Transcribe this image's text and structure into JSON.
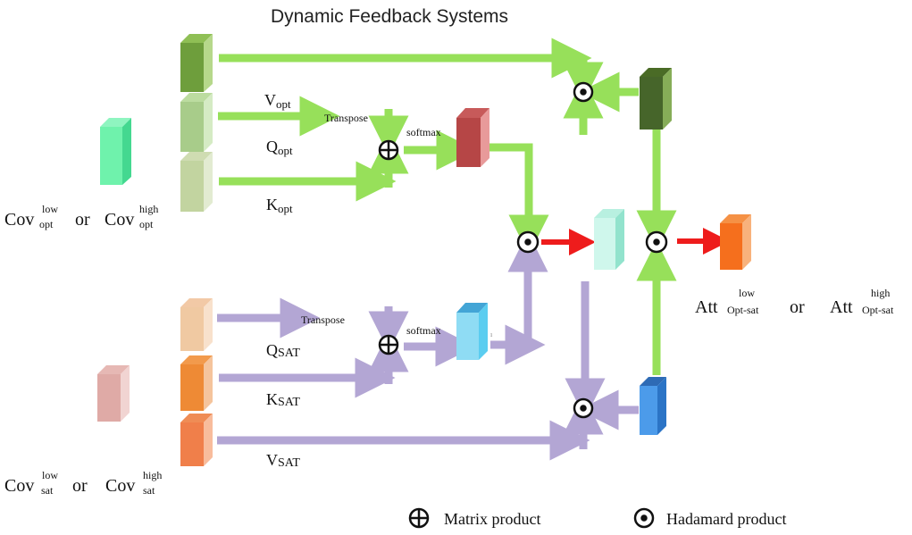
{
  "title": "Dynamic Feedback Systems",
  "colors": {
    "green_arrow": "#97e05a",
    "purple_arrow": "#b3a6d4",
    "red_arrow": "#ee1c1c",
    "operator_stroke": "#111111"
  },
  "labels": {
    "v_opt": "V",
    "v_opt_sub": "opt",
    "q_opt": "Q",
    "q_opt_sub": "opt",
    "k_opt": "K",
    "k_opt_sub": "opt",
    "q_sat": "Q",
    "q_sat_sub": "SAT",
    "k_sat": "K",
    "k_sat_sub": "SAT",
    "v_sat": "V",
    "v_sat_sub": "SAT",
    "transpose_top": "Transpose",
    "transpose_bottom": "Transpose",
    "softmax_top": "softmax",
    "softmax_bottom": "softmax",
    "tick_mark": "ı"
  },
  "input_opt": {
    "cov1": "Cov",
    "cov1_sup": "low",
    "cov1_sub": "opt",
    "or": "or",
    "cov2": "Cov",
    "cov2_sup": "high",
    "cov2_sub": "opt"
  },
  "input_sat": {
    "cov1": "Cov",
    "cov1_sup": "low",
    "cov1_sub": "sat",
    "or": "or",
    "cov2": "Cov",
    "cov2_sup": "high",
    "cov2_sub": "sat"
  },
  "output": {
    "att1": "Att",
    "att1_sup": "low",
    "att1_sub": "Opt-sat",
    "or": "or",
    "att2": "Att",
    "att2_sup": "high",
    "att2_sub": "Opt-sat"
  },
  "legend": {
    "matrix_product": "Matrix product",
    "hadamard_product": "Hadamard product"
  }
}
